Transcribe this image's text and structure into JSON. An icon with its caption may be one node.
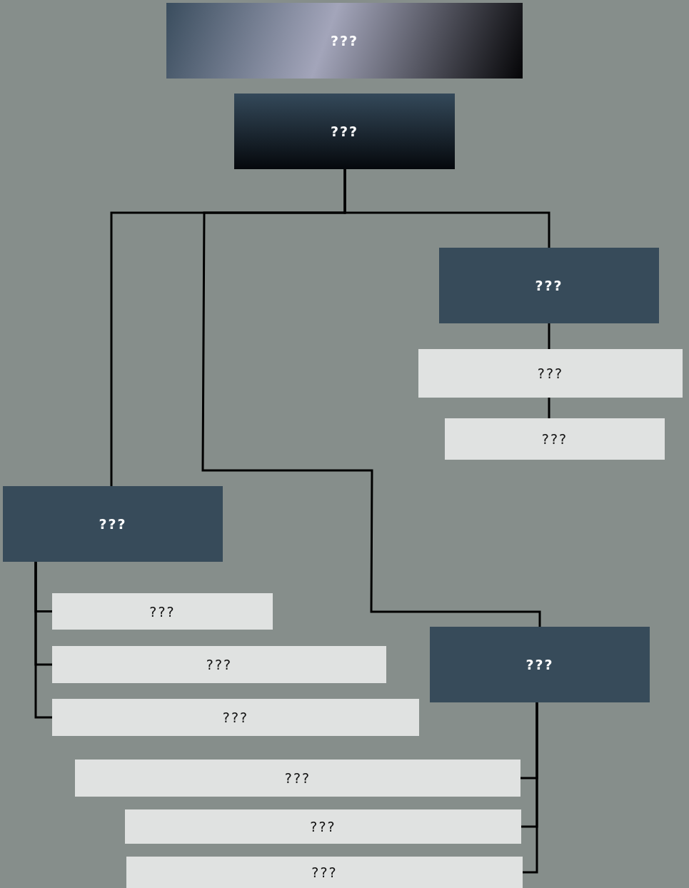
{
  "diagram": {
    "nodes": [
      {
        "text": [
          "???"
        ]
      },
      {
        "text": [
          "???"
        ]
      },
      {
        "text": [
          "???"
        ]
      },
      {
        "text": [
          "???"
        ]
      },
      {
        "text": [
          "???"
        ]
      },
      {
        "text": [
          "???"
        ]
      },
      {
        "text": [
          "???"
        ]
      },
      {
        "text": [
          "???"
        ]
      },
      {
        "text": [
          "???"
        ]
      },
      {
        "text": [
          "???"
        ]
      },
      {
        "text": [
          "???"
        ]
      },
      {
        "text": [
          "???"
        ]
      },
      {
        "text": [
          "???"
        ]
      }
    ],
    "edges": [
      {
        "from": 1,
        "to": 2,
        "arrow": "none"
      },
      {
        "from": 1,
        "to": 5,
        "arrow": "none"
      },
      {
        "from": 1,
        "to": 9,
        "arrow": "none"
      },
      {
        "from": 2,
        "to": 3,
        "arrow": "none"
      },
      {
        "from": 3,
        "to": 4,
        "arrow": "none"
      },
      {
        "from": 5,
        "to": 6,
        "arrow": "none"
      },
      {
        "from": 5,
        "to": 7,
        "arrow": "none"
      },
      {
        "from": 5,
        "to": 8,
        "arrow": "none"
      },
      {
        "from": 9,
        "to": 10,
        "arrow": "none"
      },
      {
        "from": 9,
        "to": 11,
        "arrow": "none"
      },
      {
        "from": 9,
        "to": 12,
        "arrow": "none"
      }
    ]
  }
}
